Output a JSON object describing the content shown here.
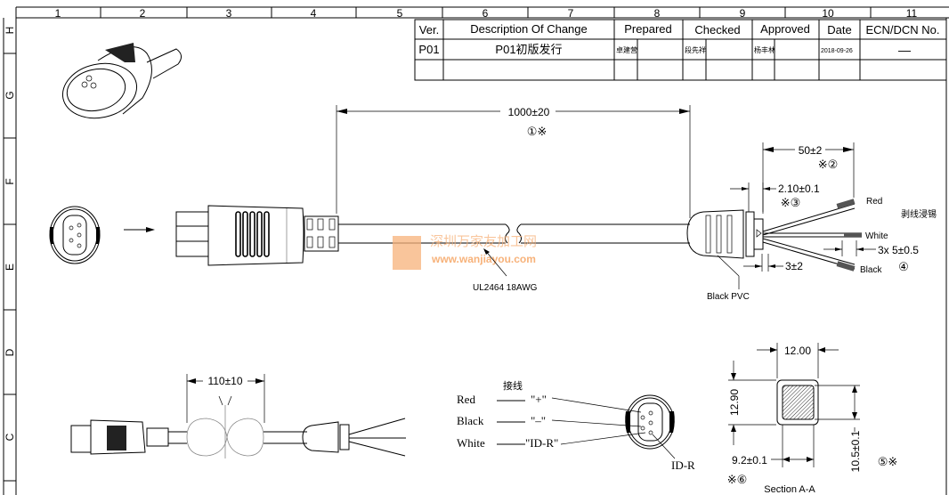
{
  "frame": {
    "columns": [
      "1",
      "2",
      "3",
      "4",
      "5",
      "6",
      "7",
      "8",
      "9",
      "10",
      "11"
    ],
    "rows": [
      "H",
      "G",
      "F",
      "E",
      "D",
      "C"
    ]
  },
  "revision_table": {
    "headers": [
      "Ver.",
      "Description Of Change",
      "Prepared",
      "Checked",
      "Approved",
      "Date",
      "ECN/DCN No."
    ],
    "row": {
      "ver": "P01",
      "description": "P01初版发行",
      "prepared": "卓建营",
      "checked": "段先祥",
      "approved": "杨丰林",
      "date": "2018-09-26",
      "ecn": "—"
    }
  },
  "dimensions": {
    "cable_length": "1000±20",
    "note1": "①※",
    "strip_length": "50±2",
    "note2": "※②",
    "ring_width": "2.10±0.1",
    "note3": "※③",
    "tin_length": "3x 5±0.5",
    "note4": "④",
    "sleeve": "3±2",
    "coil": "110±10",
    "section_width": "12.00",
    "section_height": "12.90",
    "inner_width": "9.2±0.1",
    "inner_height": "10.5±0.1",
    "note5": "⑤※",
    "note6": "※⑥",
    "section_title": "Section A-A"
  },
  "labels": {
    "cable_spec": "UL2464 18AWG",
    "boot_material": "Black PVC",
    "wire_red": "Red",
    "wire_white": "White",
    "wire_black": "Black",
    "strip_tin": "剥线浸锡"
  },
  "wiring": {
    "title": "接线",
    "rows": [
      {
        "wire": "Red",
        "signal": "\"+\""
      },
      {
        "wire": "Black",
        "signal": "\"–\""
      },
      {
        "wire": "White",
        "signal": "\"ID-R\""
      }
    ],
    "pin_label": "ID-R"
  },
  "watermark": {
    "cn": "深圳万家友加工网",
    "url": "www.wanjiayou.com",
    "color": "#f7b27a"
  }
}
